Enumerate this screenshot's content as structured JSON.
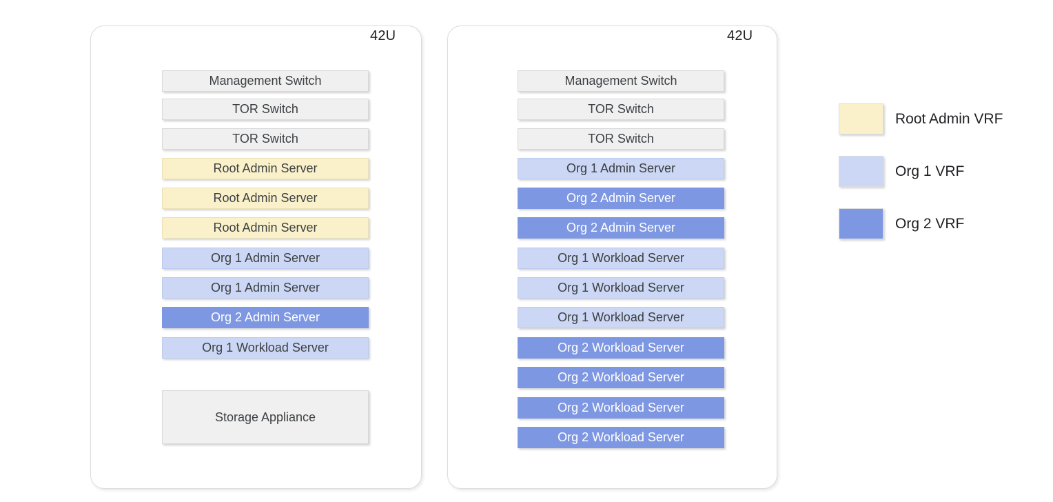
{
  "colors": {
    "management_network_line": "#A61C1C",
    "data_network_line": "#5F6368",
    "root_admin_vrf": "#FAF1CA",
    "org1_vrf": "#CBD7F4",
    "org2_vrf": "#7E97E2",
    "infrastructure_unit": "#F0F0F0"
  },
  "rack1": {
    "capacity_label": "42U",
    "units": [
      {
        "label": "Management Switch",
        "type": "infra"
      },
      {
        "label": "TOR Switch",
        "type": "infra"
      },
      {
        "label": "TOR Switch",
        "type": "infra"
      },
      {
        "label": "Root Admin Server",
        "type": "root"
      },
      {
        "label": "Root Admin Server",
        "type": "root"
      },
      {
        "label": "Root Admin Server",
        "type": "root"
      },
      {
        "label": "Org 1 Admin Server",
        "type": "org1"
      },
      {
        "label": "Org 1 Admin Server",
        "type": "org1"
      },
      {
        "label": "Org 2 Admin Server",
        "type": "org2"
      },
      {
        "label": "Org 1 Workload Server",
        "type": "org1"
      },
      {
        "label": "Storage Appliance",
        "type": "infra"
      }
    ]
  },
  "rack2": {
    "capacity_label": "42U",
    "units": [
      {
        "label": "Management Switch",
        "type": "infra"
      },
      {
        "label": "TOR Switch",
        "type": "infra"
      },
      {
        "label": "TOR Switch",
        "type": "infra"
      },
      {
        "label": "Org 1 Admin Server",
        "type": "org1"
      },
      {
        "label": "Org 2 Admin Server",
        "type": "org2"
      },
      {
        "label": "Org 2 Admin Server",
        "type": "org2"
      },
      {
        "label": "Org 1 Workload Server",
        "type": "org1"
      },
      {
        "label": "Org 1 Workload Server",
        "type": "org1"
      },
      {
        "label": "Org 1 Workload Server",
        "type": "org1"
      },
      {
        "label": "Org 2 Workload Server",
        "type": "org2"
      },
      {
        "label": "Org 2 Workload Server",
        "type": "org2"
      },
      {
        "label": "Org 2 Workload Server",
        "type": "org2"
      },
      {
        "label": "Org 2 Workload Server",
        "type": "org2"
      }
    ]
  },
  "legend": {
    "items": [
      {
        "label": "Root Admin VRF",
        "type": "root"
      },
      {
        "label": "Org 1 VRF",
        "type": "org1"
      },
      {
        "label": "Org 2 VRF",
        "type": "org2"
      }
    ]
  }
}
